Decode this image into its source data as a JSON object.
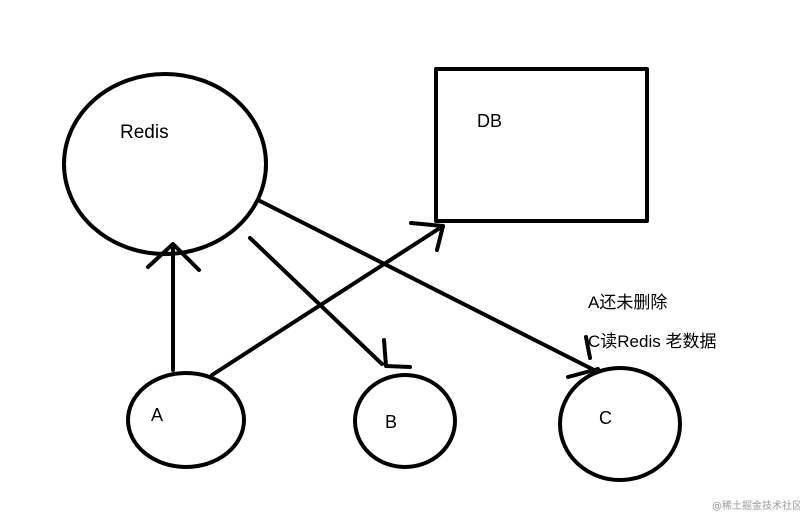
{
  "nodes": {
    "redis": "Redis",
    "db": "DB",
    "a": "A",
    "b": "B",
    "c": "C"
  },
  "annotations": {
    "line1": "A还未删除",
    "line2": "C读Redis 老数据"
  },
  "watermark": "@稀土掘金技术社区"
}
